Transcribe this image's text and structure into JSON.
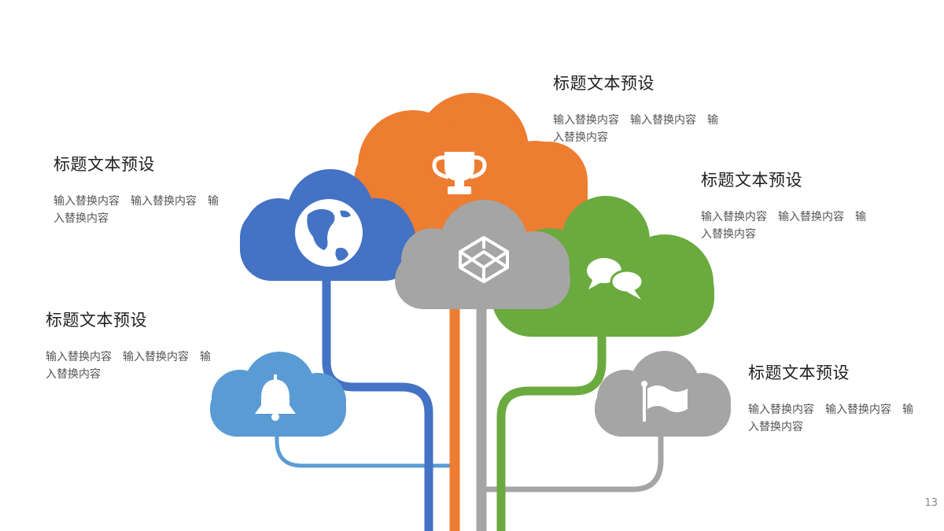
{
  "colors": {
    "orange": "#ED7D31",
    "blue_dark": "#4472C4",
    "blue_light": "#5B9BD5",
    "green": "#6AAA3E",
    "gray": "#A5A5A5",
    "icon": "#FFFFFF"
  },
  "clouds": [
    {
      "id": "orange",
      "icon": "trophy-icon"
    },
    {
      "id": "blue-dark",
      "icon": "globe-icon"
    },
    {
      "id": "gray-center",
      "icon": "codepen-icon"
    },
    {
      "id": "green",
      "icon": "chat-icon"
    },
    {
      "id": "blue-light",
      "icon": "bell-icon"
    },
    {
      "id": "gray-right",
      "icon": "flag-icon"
    }
  ],
  "blocks": [
    {
      "title": "标题文本预设",
      "body": "输入替换内容　输入替换内容　输\n入替换内容"
    },
    {
      "title": "标题文本预设",
      "body": "输入替换内容　输入替换内容　输\n入替换内容"
    },
    {
      "title": "标题文本预设",
      "body": "输入替换内容　输入替换内容　输\n入替换内容"
    },
    {
      "title": "标题文本预设",
      "body": "输入替换内容　输入替换内容　输\n入替换内容"
    },
    {
      "title": "标题文本预设",
      "body": "输入替换内容　输入替换内容　输\n入替换内容"
    }
  ],
  "page_number": "13"
}
